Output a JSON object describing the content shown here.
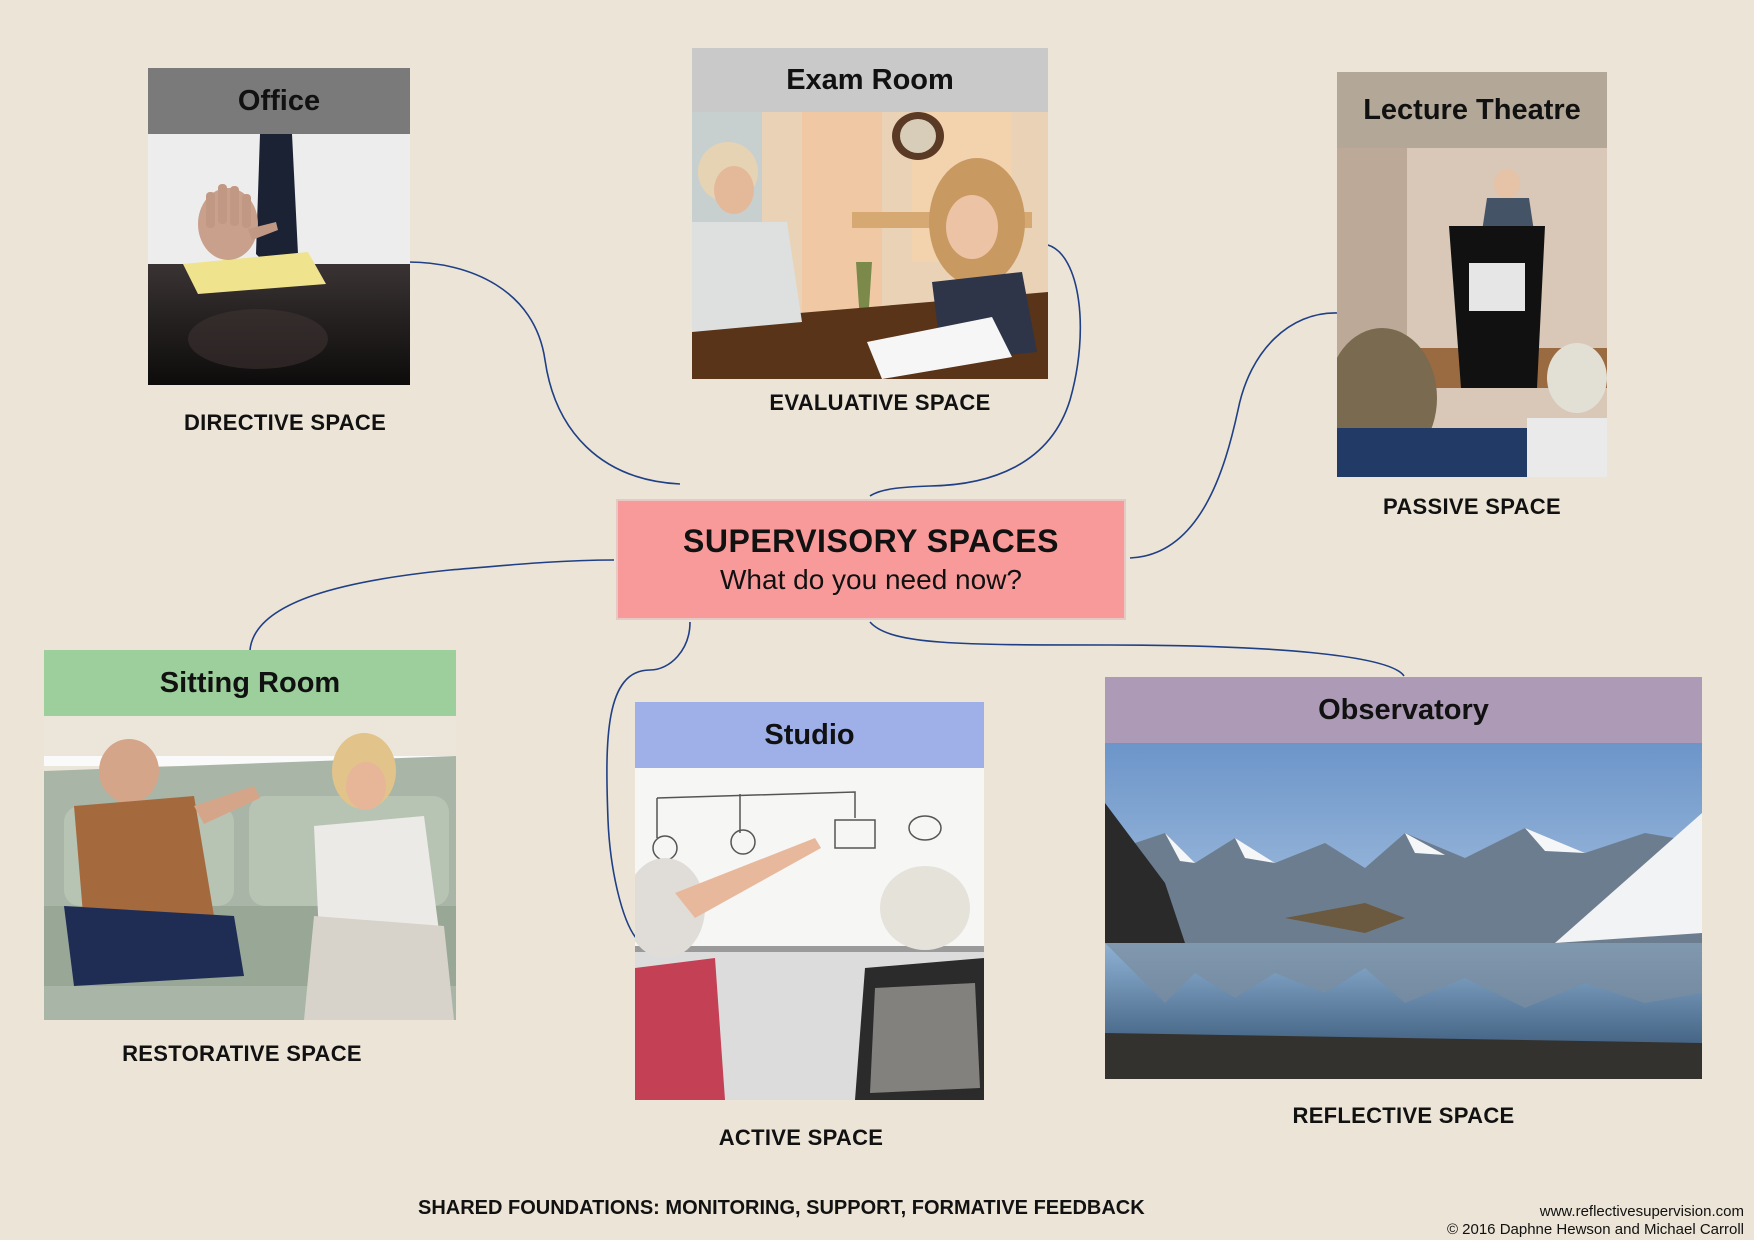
{
  "center": {
    "title": "SUPERVISORY SPACES",
    "subtitle": "What do you need now?",
    "color": "#f99a9a"
  },
  "rooms": [
    {
      "name": "Office",
      "space": "DIRECTIVE SPACE",
      "header_color": "#7a7a7a",
      "photo": "hand-raised-stop-gesture"
    },
    {
      "name": "Exam Room",
      "space": "EVALUATIVE SPACE",
      "header_color": "#c9c9c9",
      "photo": "student-writing-exam"
    },
    {
      "name": "Lecture Theatre",
      "space": "PASSIVE SPACE",
      "header_color": "#b3a898",
      "photo": "speaker-at-podium"
    },
    {
      "name": "Sitting Room",
      "space": "RESTORATIVE SPACE",
      "header_color": "#9dcf9d",
      "photo": "two-people-talking-on-sofa"
    },
    {
      "name": "Studio",
      "space": "ACTIVE SPACE",
      "header_color": "#9fb0e8",
      "photo": "people-drawing-on-whiteboard"
    },
    {
      "name": "Observatory",
      "space": "REFLECTIVE SPACE",
      "header_color": "#ac9ab6",
      "photo": "mountain-lake-reflection"
    }
  ],
  "footer": {
    "foundations": "SHARED FOUNDATIONS:  MONITORING, SUPPORT, FORMATIVE FEEDBACK",
    "website": "www.reflectivesupervision.com",
    "copyright": "© 2016 Daphne Hewson and Michael Carroll"
  },
  "colors": {
    "background": "#ece5d7",
    "connector": "#1f3f86"
  }
}
